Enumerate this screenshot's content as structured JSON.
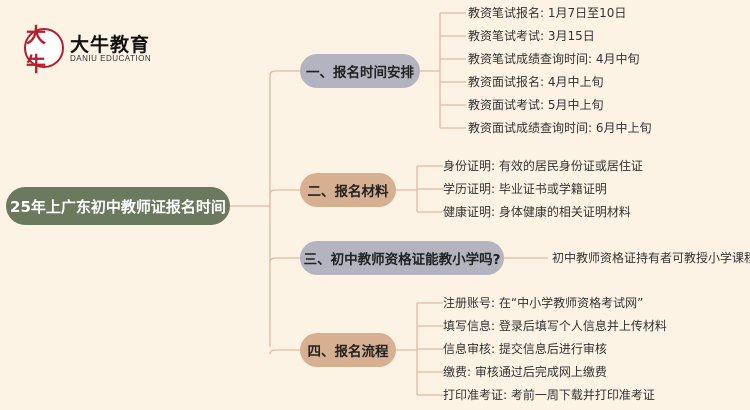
{
  "logo": {
    "mark": "大牛",
    "name_cn": "大牛教育",
    "name_en": "DANIU EDUCATION"
  },
  "root": {
    "label": "25年上广东初中教师证报名时间"
  },
  "branches": [
    {
      "label": "一、报名时间安排",
      "items": [
        "教资笔试报名: 1月7日至10日",
        "教资笔试考试: 3月15日",
        "教资笔试成绩查询时间: 4月中旬",
        "教资面试报名: 4月中上旬",
        "教资面试考试: 5月中上旬",
        "教资面试成绩查询时间: 6月中上旬"
      ]
    },
    {
      "label": "二、报名材料",
      "items": [
        "身份证明: 有效的居民身份证或居住证",
        "学历证明: 毕业证书或学籍证明",
        "健康证明: 身体健康的相关证明材料"
      ]
    },
    {
      "label": "三、初中教师资格证能教小学吗?",
      "items": [
        "初中教师资格证持有者可教授小学课程"
      ]
    },
    {
      "label": "四、报名流程",
      "items": [
        "注册账号: 在“中小学教师资格考试网”",
        "填写信息: 登录后填写个人信息并上传材料",
        "信息审核: 提交信息后进行审核",
        "缴费: 审核通过后完成网上缴费",
        "打印准考证: 考前一周下载并打印准考证"
      ]
    }
  ],
  "colors": {
    "background": "#fdf3e4",
    "root": "#6b7a5e",
    "branch_gray": "#b4b4c1",
    "branch_tan": "#d7b092",
    "line": "#e3b9a3",
    "logo_red": "#b51e2a"
  }
}
